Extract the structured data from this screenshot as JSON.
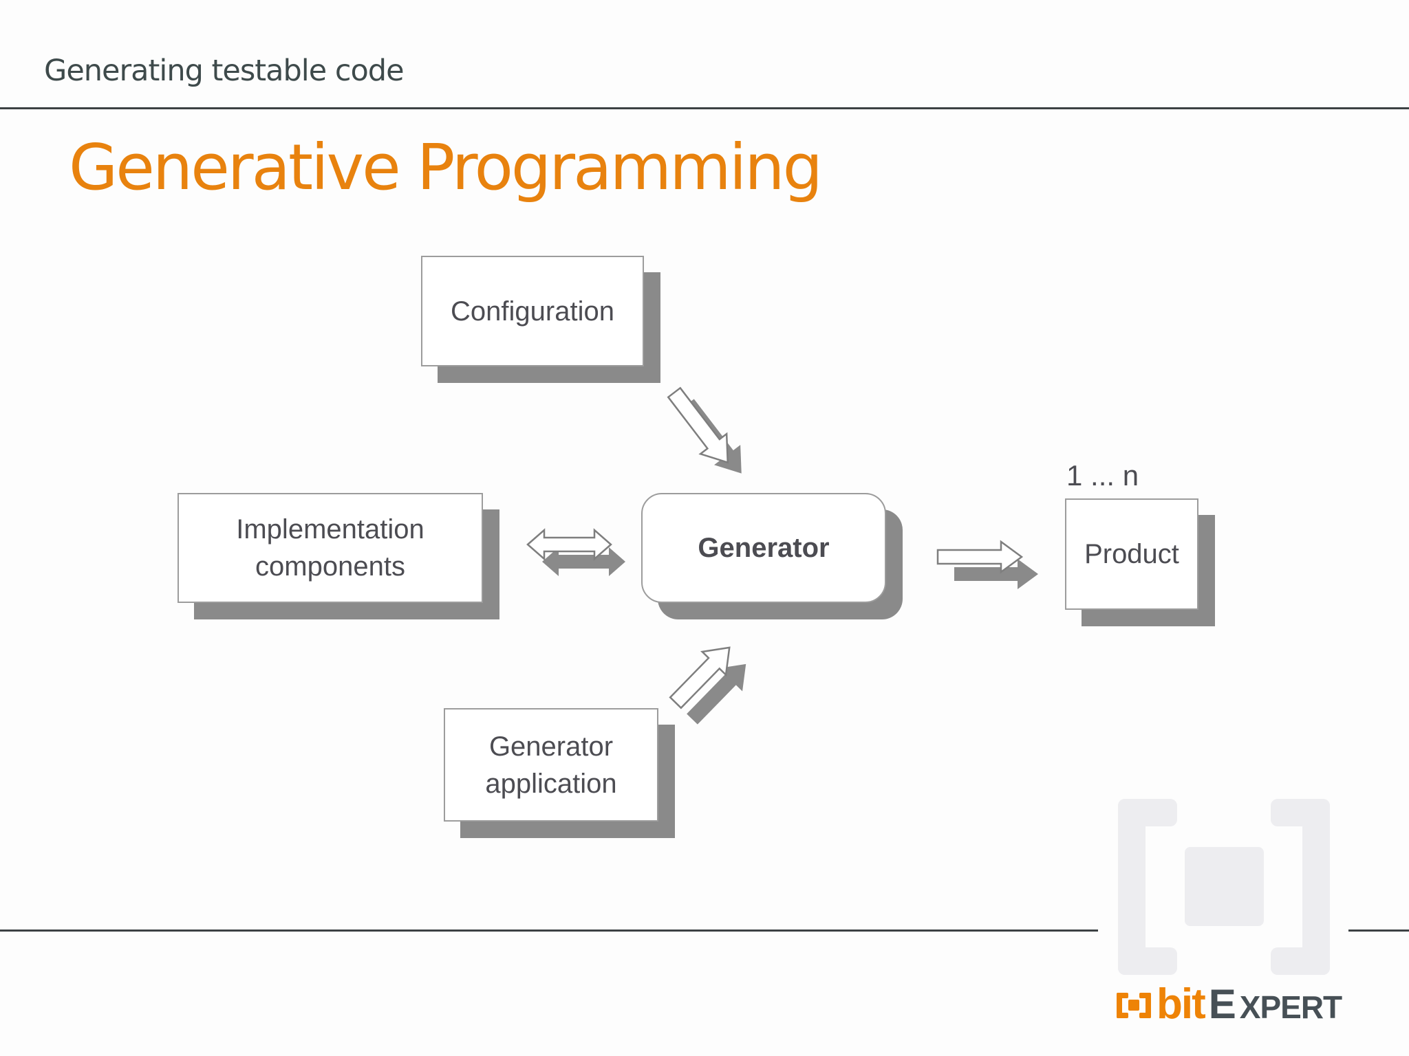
{
  "slide": {
    "header": "Generating testable code",
    "title": "Generative Programming"
  },
  "diagram": {
    "configuration": {
      "label": "Configuration"
    },
    "implementation_components": {
      "label": "Implementation\ncomponents"
    },
    "generator": {
      "label": "Generator"
    },
    "generator_application": {
      "label": "Generator\napplication"
    },
    "product": {
      "label": "Product",
      "multiplicity": "1 ... n"
    }
  },
  "logo": {
    "bit": "bit",
    "expert_initial": "E",
    "expert_rest": "XPERT"
  },
  "colors": {
    "accent_orange": "#e8820e",
    "logo_orange": "#ee8306",
    "heading_gray": "#3e4a4b",
    "label_gray": "#4c4c52",
    "shadow_gray": "#8a8a8a",
    "watermark_gray": "#ededf0"
  }
}
